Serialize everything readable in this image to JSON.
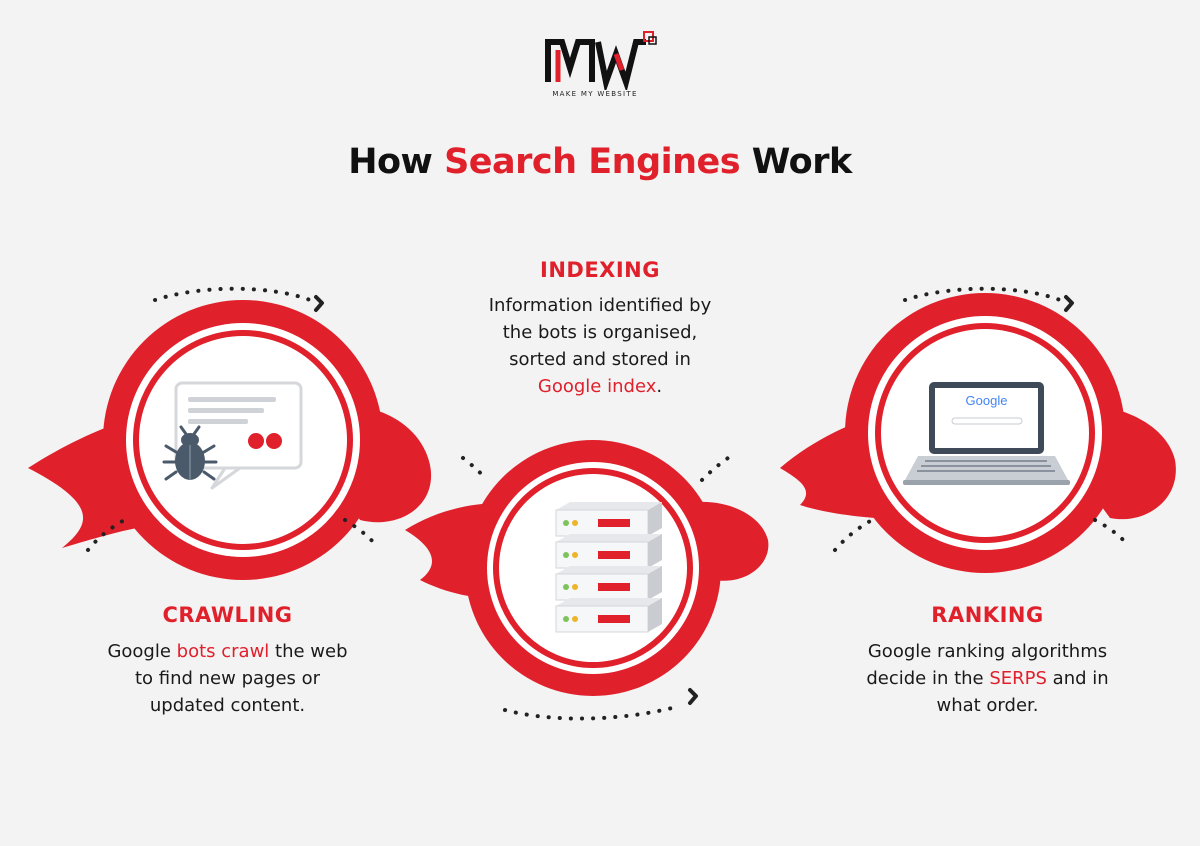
{
  "brand": {
    "logo_letters": "MW",
    "tagline": "MAKE MY WEBSITE"
  },
  "title": {
    "part1": "How ",
    "accent": "Search Engines",
    "part2": " Work"
  },
  "steps": {
    "indexing": {
      "title": "INDEXING",
      "line1": "Information identified by",
      "line2": "the bots is organised,",
      "line3": "sorted and stored in",
      "line4_highlight": "Google index",
      "line4_end": "."
    },
    "crawling": {
      "title": "CRAWLING",
      "line1_start": "Google ",
      "line1_highlight": "bots crawl",
      "line1_end": " the web",
      "line2": "to find new pages or",
      "line3": "updated content."
    },
    "ranking": {
      "title": "RANKING",
      "line1": "Google ranking algorithms",
      "line2_start": "decide in the ",
      "line2_highlight": "SERPS",
      "line2_end": " and in",
      "line3": "what order."
    }
  },
  "icons": {
    "crawling": "bug-on-webpage-icon",
    "indexing": "server-rack-icon",
    "ranking": "laptop-google-icon"
  },
  "laptop_screen_text": "Google",
  "colors": {
    "accent": "#e0202b",
    "background": "#f3f3f3",
    "text": "#111111"
  }
}
